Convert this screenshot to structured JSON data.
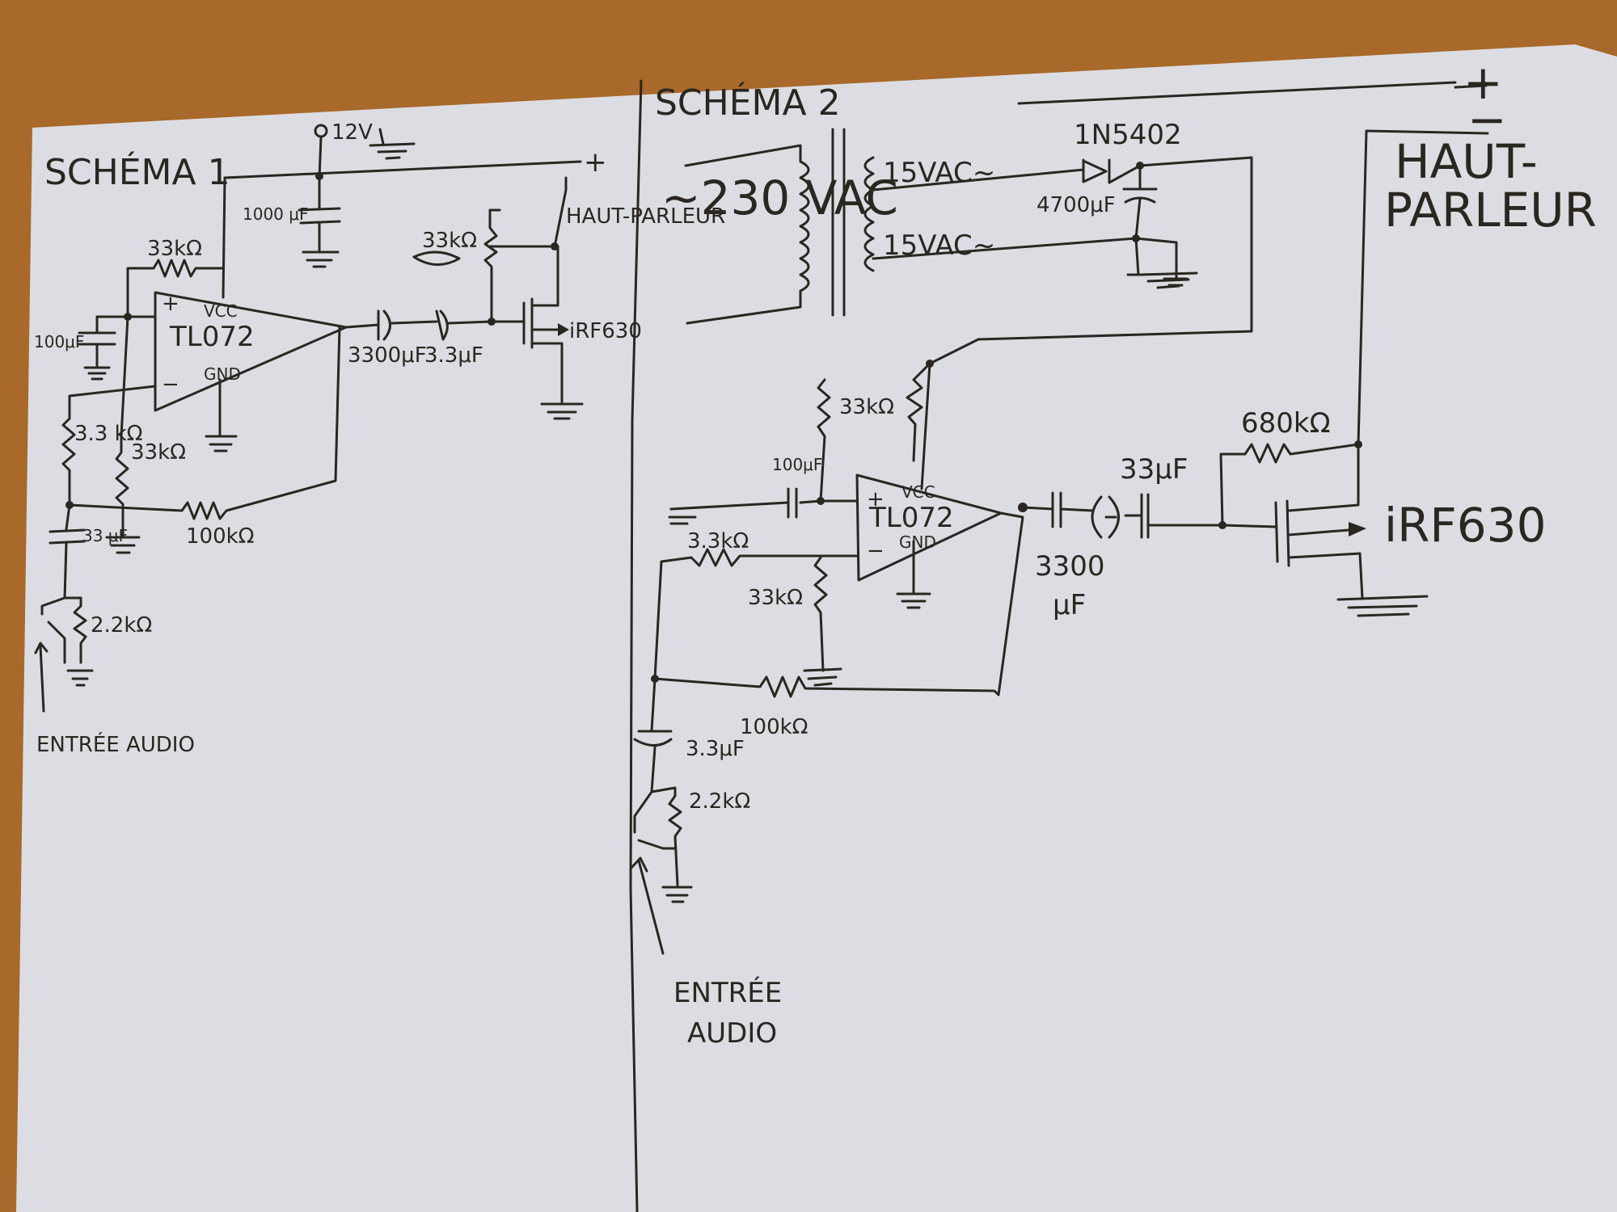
{
  "schema1": {
    "title": "SCHÉMA 1",
    "supply": "12V",
    "plus": "+",
    "cap_supply": "1000 μF",
    "r_feedback_top": "33kΩ",
    "opamp": "TL072",
    "opamp_vcc": "VCC",
    "opamp_gnd": "GND",
    "opamp_plus": "+",
    "opamp_minus": "−",
    "cap_input_bias": "100μF",
    "r_div_left": "3.3 kΩ",
    "r_div_right": "33kΩ",
    "r_feedback": "100kΩ",
    "cap_input": "33 μF",
    "r_input": "2.2kΩ",
    "cap_out1": "3300μF",
    "cap_out2": "3.3μF",
    "r_gate": "33kΩ",
    "speaker": "HAUT-PARLEUR",
    "mosfet": "iRF630",
    "input": "ENTRÉE AUDIO"
  },
  "schema2": {
    "title": "SCHÉMA 2",
    "mains": "~230 VAC",
    "sec1": "15VAC~",
    "sec2": "15VAC~",
    "diode": "1N5402",
    "cap_filter": "4700μF",
    "plus": "+",
    "minus": "−",
    "speaker_line1": "HAUT-",
    "speaker_line2": "PARLEUR",
    "r_bias_top": "33kΩ",
    "cap_bias": "100μF",
    "opamp": "TL072",
    "opamp_vcc": "VCC",
    "opamp_gnd": "GND",
    "opamp_plus": "+",
    "opamp_minus": "−",
    "r_33k": "3.3kΩ",
    "r_bias_bottom": "33kΩ",
    "r_feedback": "100kΩ",
    "cap_input": "3.3μF",
    "r_input": "2.2kΩ",
    "cap_out_line1": "3300",
    "cap_out_line2": "μF",
    "cap_33": "33μF",
    "r_680k": "680kΩ",
    "mosfet": "iRF630",
    "input_line1": "ENTRÉE",
    "input_line2": "AUDIO"
  }
}
